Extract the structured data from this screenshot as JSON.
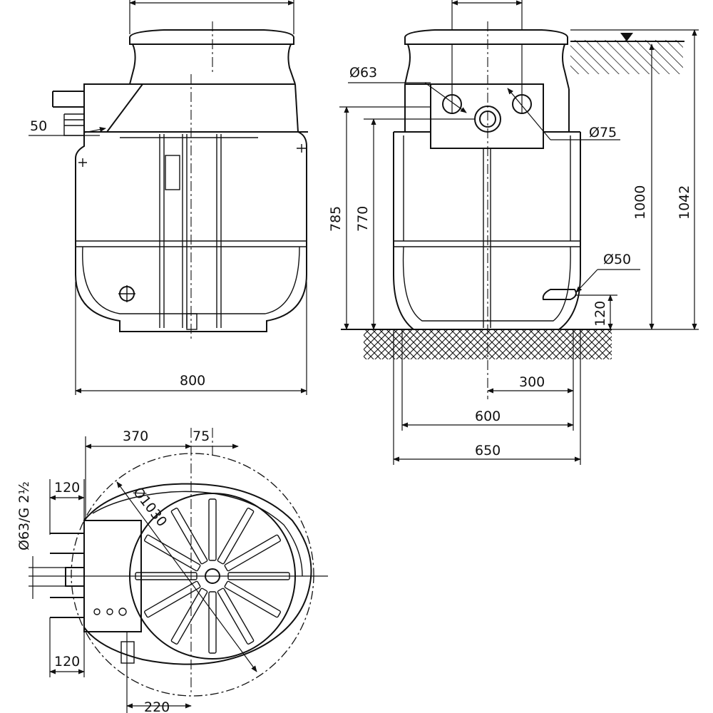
{
  "front_view": {
    "width_label": "800",
    "inlet_offset_label": "50"
  },
  "side_view": {
    "pipe_63_label": "Ø63",
    "pipe_75_label": "Ø75",
    "pipe_50_label": "Ø50",
    "height_785_label": "785",
    "height_770_label": "770",
    "height_1000_label": "1000",
    "height_1042_label": "1042",
    "height_120_label": "120",
    "offset_300_label": "300",
    "width_600_label": "600",
    "width_650_label": "650"
  },
  "top_view": {
    "offset_370_label": "370",
    "offset_75_label": "75",
    "diameter_1030_label": "Ø1030",
    "connection_label": "Ø63/G 2½",
    "left_120_top_label": "120",
    "left_120_bottom_label": "120",
    "bottom_220_label": "220"
  }
}
